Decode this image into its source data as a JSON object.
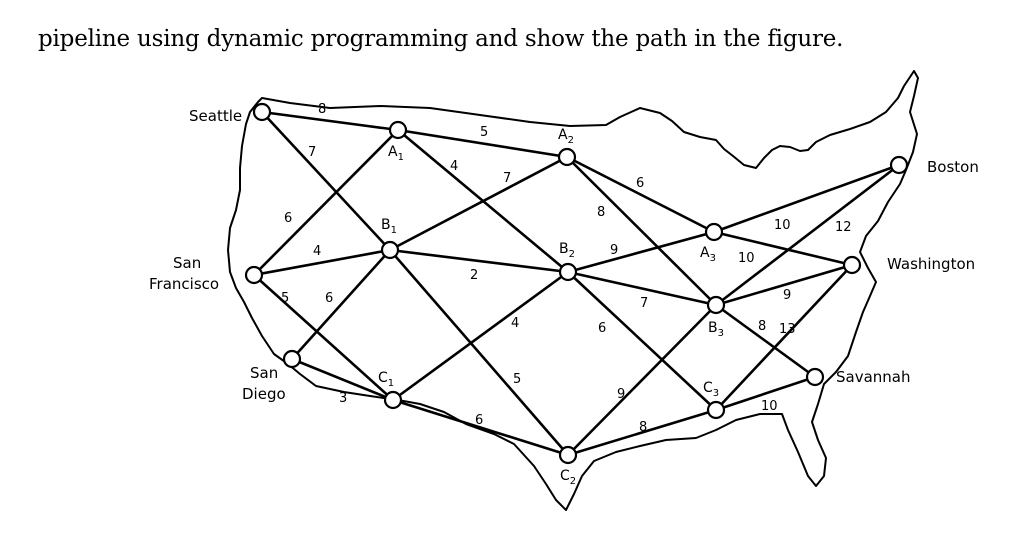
{
  "heading": "pipeline using dynamic programming and show the path in the figure.",
  "cities": {
    "seattle": "Seattle",
    "san_francisco_1": "San",
    "san_francisco_2": "Francisco",
    "san_diego_1": "San",
    "san_diego_2": "Diego",
    "boston": "Boston",
    "washington": "Washington",
    "savannah": "Savannah"
  },
  "nodes": {
    "A1": {
      "letter": "A",
      "sub": "1"
    },
    "A2": {
      "letter": "A",
      "sub": "2"
    },
    "A3": {
      "letter": "A",
      "sub": "3"
    },
    "B1": {
      "letter": "B",
      "sub": "1"
    },
    "B2": {
      "letter": "B",
      "sub": "2"
    },
    "B3": {
      "letter": "B",
      "sub": "3"
    },
    "C1": {
      "letter": "C",
      "sub": "1"
    },
    "C2": {
      "letter": "C",
      "sub": "2"
    },
    "C3": {
      "letter": "C",
      "sub": "3"
    }
  },
  "weights": {
    "seattle_a1": "8",
    "seattle_b1": "7",
    "sf_a1": "6",
    "sf_b1": "4",
    "sf_c1": "5",
    "sd_b1": "6",
    "sd_c1": "3",
    "a1_a2": "5",
    "a1_b2": "4",
    "b1_a2": "7",
    "b1_b2": "2",
    "b1_c2": "4",
    "c1_b2": "5",
    "c1_c2": "6",
    "a2_a3": "6",
    "a2_b3": "8",
    "b2_a3": "9",
    "b2_b3": "7",
    "b2_c3": "6",
    "c2_b3": "9",
    "c2_c3": "8",
    "a3_boston": "10",
    "a3_washington": "10",
    "b3_boston": "12",
    "b3_washington": "9",
    "b3_savannah": "8",
    "c3_washington": "13",
    "c3_savannah": "10"
  }
}
